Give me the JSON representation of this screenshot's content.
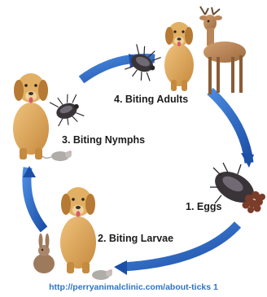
{
  "diagram": {
    "stages": [
      {
        "id": "eggs",
        "label": "1. Eggs"
      },
      {
        "id": "larvae",
        "label": "2. Biting Larvae"
      },
      {
        "id": "nymphs",
        "label": "3. Biting Nymphs"
      },
      {
        "id": "adults",
        "label": "4. Biting Adults"
      }
    ],
    "source": "http://perryanimalclinic.com/about-ticks 1",
    "colors": {
      "arrow": "#2e6fd0",
      "arrow_dark": "#1c4fa6",
      "source_text": "#2e74c2",
      "dog_fur": "#d9a55a",
      "deer_fur": "#b8865a",
      "tick_body": "#3a3438",
      "eggs": "#7a3d2a"
    },
    "icons": [
      "dog-icon",
      "deer-icon",
      "rabbit-icon",
      "mouse-icon",
      "tick-icon",
      "tick-eggs-icon",
      "cycle-arrow-icon"
    ]
  }
}
